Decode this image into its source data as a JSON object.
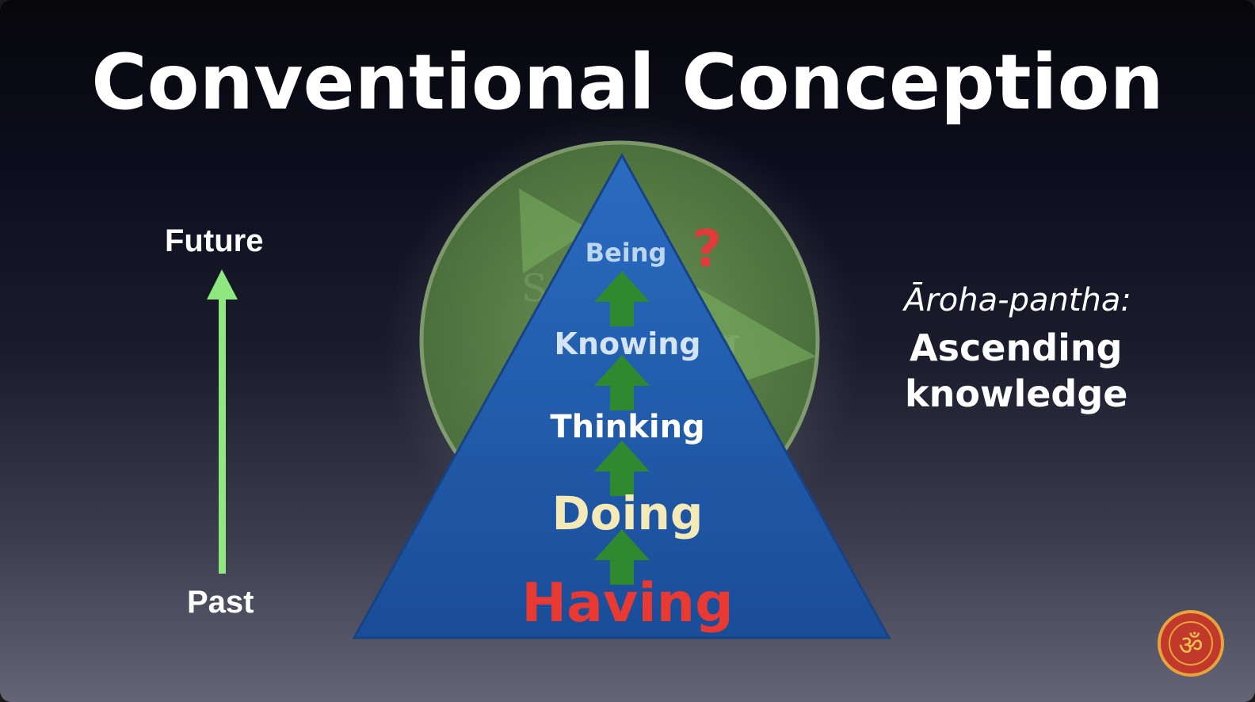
{
  "slide": {
    "title": "Conventional Conception",
    "timeline": {
      "top_label": "Future",
      "bottom_label": "Past",
      "arrow_color": "#8ee87f"
    },
    "pyramid": {
      "color": "#1f57a8",
      "levels": [
        {
          "label": "Being",
          "color": "#bcd6ee"
        },
        {
          "label": "Knowing",
          "color": "#d4e4f4"
        },
        {
          "label": "Thinking",
          "color": "#ffffff"
        },
        {
          "label": "Doing",
          "color": "#f3eab8"
        },
        {
          "label": "Having",
          "color": "#e83a33"
        }
      ],
      "question_mark": "?",
      "arrow_color": "#2f8a2f"
    },
    "side_text": {
      "line1": "Āroha-pantha:",
      "line2": "Ascending",
      "line3": "knowledge"
    },
    "logo_icon": "om-seal-icon"
  }
}
